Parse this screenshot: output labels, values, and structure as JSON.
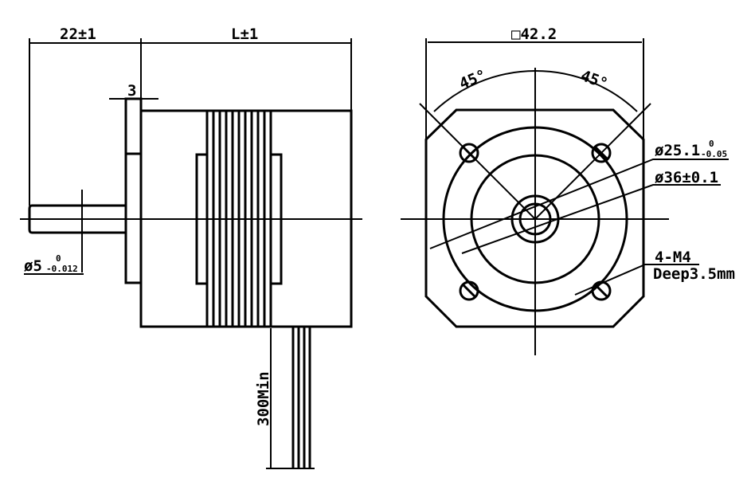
{
  "side_view": {
    "shaft_length": "22±1",
    "body_length": "L±1",
    "flange_thickness": "3",
    "shaft_diameter": "ø5",
    "shaft_tol_upper": "0",
    "shaft_tol_lower": "-0.012",
    "lead_length": "300Min"
  },
  "front_view": {
    "square_size": "□42.2",
    "angle_left": "45°",
    "angle_right": "45°",
    "pilot_diameter": "ø25.1",
    "pilot_tol_upper": "0",
    "pilot_tol_lower": "-0.05",
    "bolt_circle": "ø36±0.1",
    "holes": "4-M4",
    "hole_depth": "Deep3.5mm"
  }
}
